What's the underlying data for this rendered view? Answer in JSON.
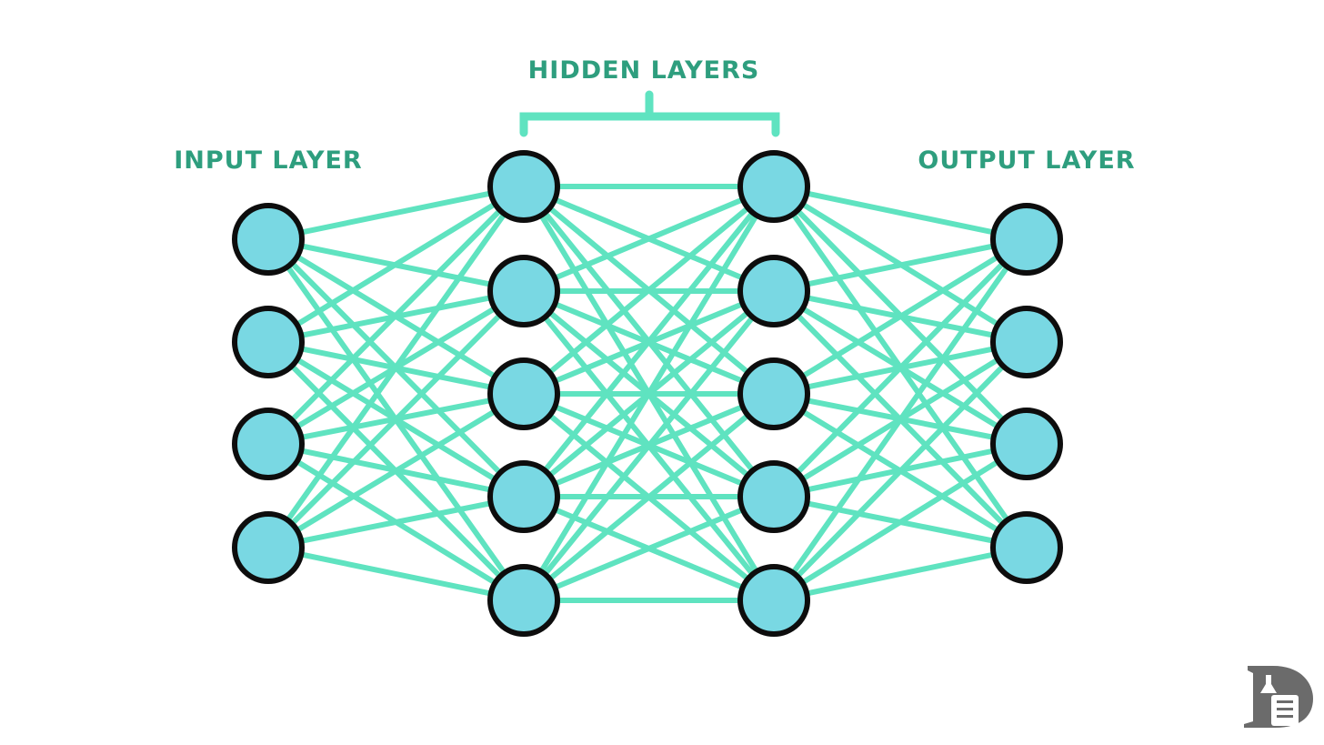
{
  "colors": {
    "background": "#ffffff",
    "label_text": "#2e9e7e",
    "edge": "#5fe3c0",
    "bracket": "#5fe3c0",
    "node_fill": "#79d8e3",
    "node_stroke": "#0d0d0d",
    "logo": "#6b6b6b"
  },
  "labels": {
    "input": "INPUT LAYER",
    "hidden": "HIDDEN LAYERS",
    "output": "OUTPUT LAYER"
  },
  "network": {
    "layers": [
      {
        "name": "input",
        "role": "input layer",
        "nodes": 4
      },
      {
        "name": "hidden-1",
        "role": "hidden layer",
        "nodes": 5
      },
      {
        "name": "hidden-2",
        "role": "hidden layer",
        "nodes": 5
      },
      {
        "name": "output",
        "role": "output layer",
        "nodes": 4
      }
    ],
    "connectivity": "fully-connected"
  },
  "logo": {
    "icon": "d-with-scroll-logo-icon"
  }
}
